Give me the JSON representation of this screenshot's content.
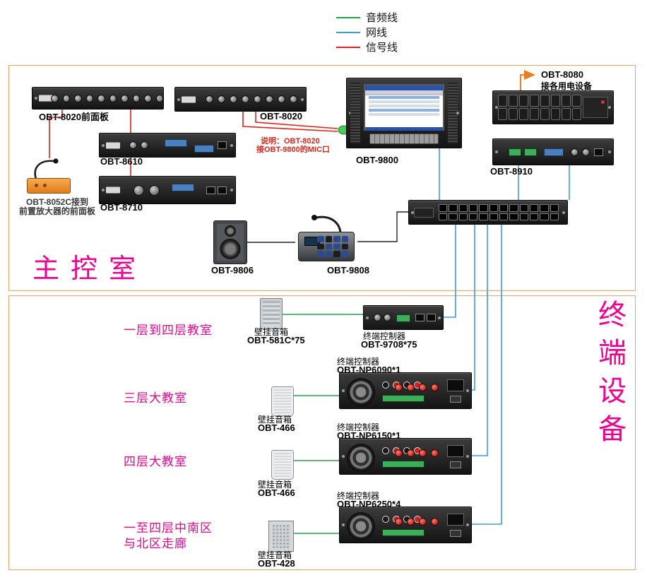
{
  "legend": {
    "items": [
      {
        "id": "audio-line",
        "label": "音频线",
        "color": "#23a14b"
      },
      {
        "id": "network-line",
        "label": "网线",
        "color": "#3e9bdc"
      },
      {
        "id": "signal-line",
        "label": "信号线",
        "color": "#e02318"
      }
    ]
  },
  "colors": {
    "audio": "#23a14b",
    "network": "#3e9bdc",
    "signal": "#e02318",
    "section_border": "#f8a06a",
    "accent_arrow": "#ef7c21",
    "zone_text": "#ee0290"
  },
  "control_room": {
    "title": "主控室",
    "devices": {
      "obt8020_front": "OBT-8020前面板",
      "obt8020": "OBT-8020",
      "obt8610": "OBT-8610",
      "obt8710": "OBT-8710",
      "obt9800": "OBT-9800",
      "obt8910": "OBT-8910",
      "obt9806": "OBT-9806",
      "obt9808": "OBT-9808",
      "obt8080": "OBT-8080",
      "obt8080_sub": "接各用电设备"
    },
    "mic_note_line1": "OBT-8052C接到",
    "mic_note_line2": "前置放大器的前面板",
    "wiring_note_line1": "说明：OBT-8020",
    "wiring_note_line2": "接OBT-9800的MIC口"
  },
  "terminal": {
    "title": "终端设备",
    "rows": [
      {
        "zone_line1": "一层到四层教室",
        "zone_line2": "",
        "speaker_type": "壁挂音箱",
        "speaker_model": "OBT-581C*75",
        "controller_type": "终端控制器",
        "controller_model": "OBT-9708*75"
      },
      {
        "zone_line1": "三层大教室",
        "zone_line2": "",
        "speaker_type": "壁挂音箱",
        "speaker_model": "OBT-466",
        "controller_type": "终端控制器",
        "controller_model": "OBT-NP6090*1"
      },
      {
        "zone_line1": "四层大教室",
        "zone_line2": "",
        "speaker_type": "壁挂音箱",
        "speaker_model": "OBT-466",
        "controller_type": "终端控制器",
        "controller_model": "OBT-NP6150*1"
      },
      {
        "zone_line1": "一至四层中南区",
        "zone_line2": "与北区走廊",
        "speaker_type": "壁挂音箱",
        "speaker_model": "OBT-428",
        "controller_type": "终端控制器",
        "controller_model": "OBT-NP6250*4"
      }
    ]
  }
}
